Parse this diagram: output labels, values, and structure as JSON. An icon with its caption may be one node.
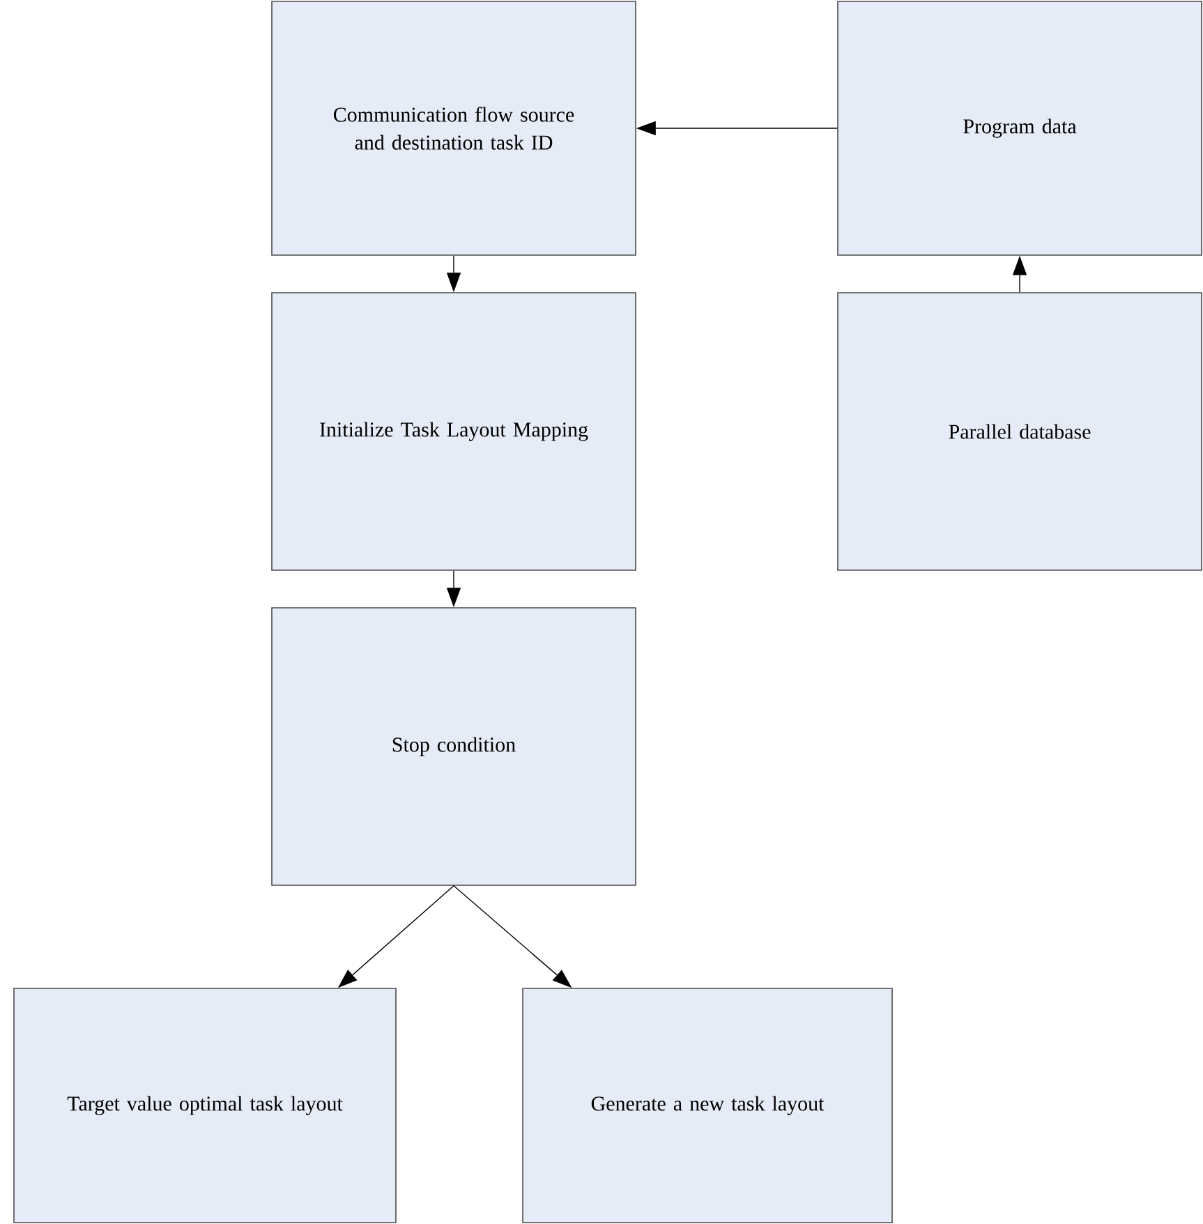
{
  "diagram": {
    "nodes": [
      {
        "text": [
          "Communication flow source and destination task ID"
        ]
      },
      {
        "text": [
          "Program data"
        ]
      },
      {
        "text": [
          "Initialize Task Layout Mapping"
        ]
      },
      {
        "text": [
          "Parallel database"
        ]
      },
      {
        "text": [
          "Stop condition"
        ]
      },
      {
        "text": [
          "Target value optimal task layout"
        ]
      },
      {
        "text": [
          "Generate a new task layout"
        ]
      }
    ],
    "edges": [
      {
        "from": 1,
        "to": 0,
        "arrow": "to"
      },
      {
        "from": 0,
        "to": 2,
        "arrow": "to"
      },
      {
        "from": 3,
        "to": 1,
        "arrow": "to"
      },
      {
        "from": 2,
        "to": 4,
        "arrow": "to"
      },
      {
        "from": 4,
        "to": 5,
        "arrow": "to"
      },
      {
        "from": 4,
        "to": 6,
        "arrow": "to"
      }
    ]
  }
}
